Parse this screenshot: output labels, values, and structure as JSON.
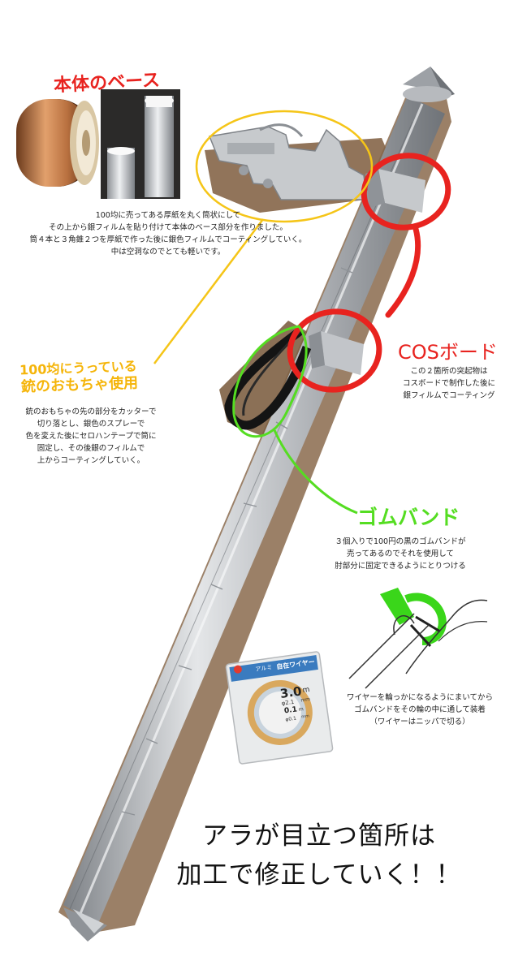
{
  "colors": {
    "red": "#e8231f",
    "yellow": "#f5c518",
    "green": "#55dd22",
    "silver": "#c9ccd0",
    "cardboard": "#8a6a4c"
  },
  "labels": {
    "base_title": "本体のベース",
    "base_desc": "100均に売ってある厚紙を丸く筒状にして\nその上から銀フィルムを貼り付けて本体のベース部分を作りました。\n筒４本と３角錐２つを厚紙で作った後に銀色フィルムでコーティングしていく。\n中は空洞なのでとても軽いです。",
    "gun_title_line1": "100均にうっている",
    "gun_title_line2": "銃のおもちゃ使用",
    "gun_desc": "銃のおもちゃの先の部分をカッターで\n切り落とし、銀色のスプレーで\n色を変えた後にセロハンテープで筒に\n固定し、その後銀のフィルムで\n上からコーティングしていく。",
    "cos_title": "COSボード",
    "cos_desc": "この２箇所の突起物は\nコスボードで制作した後に\n銀フィルムでコーティング",
    "band_title": "ゴムバンド",
    "band_desc": "３個入りで100円の黒のゴムバンドが\n売ってあるのでそれを使用して\n肘部分に固定できるようにとりつける",
    "wire_desc": "ワイヤーを輪っかになるようにまいてから\nゴムバンドをその輪の中に通して装着\n（ワイヤーはニッパで切る）",
    "bottom_text": "アラが目立つ箇所は\n加工で修正していく！！"
  },
  "package": {
    "brand": "アルミ",
    "name": "自在ワイヤー",
    "size_main": "3.0",
    "size_unit": "m",
    "size_sub": "φ2.1",
    "size_sub_unit": "mm",
    "thin_main": "0.1",
    "thin_unit": "m",
    "thin_sub": "φ0.1",
    "thin_sub_unit": "mm"
  },
  "icons": {
    "product": "aluminum-wire-package",
    "tape": "copper-tape-roll",
    "tubes": "silver-paper-tubes",
    "gun": "toy-gun-part",
    "band": "black-rubber-band",
    "wire_sketch": "wire-loop-sketch"
  }
}
